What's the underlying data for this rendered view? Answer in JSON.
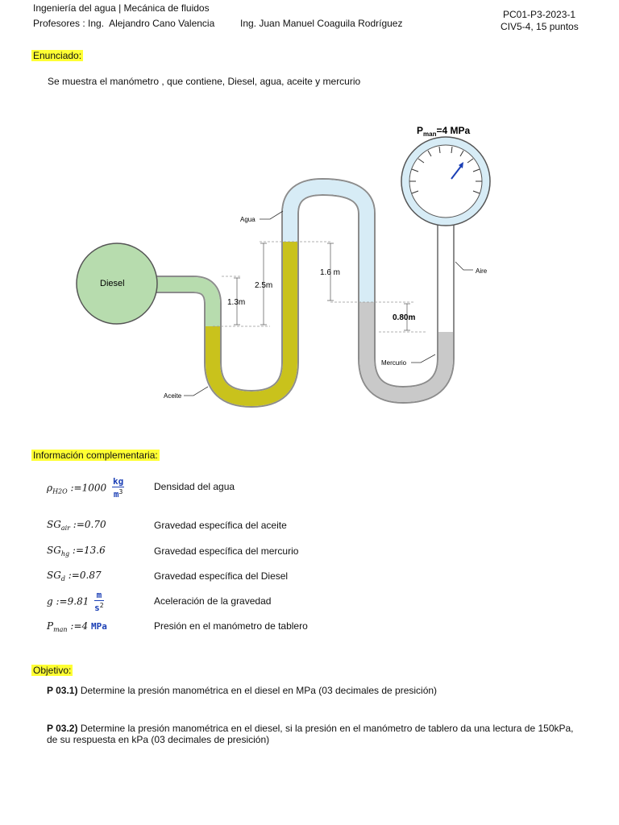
{
  "header": {
    "course": "Ingeniería del agua | Mecánica de fluidos",
    "professors_label": "Profesores : Ing.",
    "professor1": "Alejandro Cano Valencia",
    "professor2": "Ing. Juan Manuel Coaguila Rodríguez",
    "exam_code": "PC01-P3-2023-1",
    "section": "CIV5-4, 15 puntos"
  },
  "enunciado": {
    "heading": "Enunciado:",
    "text": "Se muestra el manómetro , que contiene, Diesel, agua, aceite y mercurio"
  },
  "diagram": {
    "gauge_label_p": "P",
    "gauge_label_sub": "man",
    "gauge_label_value": "=4 MPa",
    "labels": {
      "diesel": "Diesel",
      "agua": "Agua",
      "aceite": "Aceite",
      "mercurio": "Mercurio",
      "aire": "Aire"
    },
    "dimensions": {
      "d1": "1.3m",
      "d2": "2.5m",
      "d3": "1.6 m",
      "d4": "0.80m"
    },
    "colors": {
      "diesel": "#b7dcae",
      "aceite": "#c9c21c",
      "agua": "#d7ecf6",
      "mercurio": "#c9c9c9",
      "aire": "#ffffff"
    }
  },
  "info": {
    "heading": "Información complementaria:",
    "rows": [
      {
        "var": "ρ",
        "sub": "H2O",
        "op": ":=",
        "value": "1000",
        "unit_num": "kg",
        "unit_den": "m",
        "unit_den_sup": "3",
        "desc": "Densidad del agua"
      },
      {
        "var": "SG",
        "sub": "air",
        "op": ":=",
        "value": "0.70",
        "desc": "Gravedad específica del aceite"
      },
      {
        "var": "SG",
        "sub": "hg",
        "op": ":=",
        "value": "13.6",
        "desc": "Gravedad específica del mercurio"
      },
      {
        "var": "SG",
        "sub": "d",
        "op": ":=",
        "value": "0.87",
        "desc": "Gravedad específica del Diesel"
      },
      {
        "var": "g",
        "op": ":=",
        "value": "9.81",
        "unit_num": "m",
        "unit_den": "s",
        "unit_den_sup": "2",
        "desc": "Aceleración de la gravedad"
      },
      {
        "var": "P",
        "sub": "man",
        "op": ":=",
        "value": "4",
        "unit": "MPa",
        "desc": "Presión en el manómetro de tablero"
      }
    ]
  },
  "objetivo": {
    "heading": "Objetivo:",
    "q1_label": "P 03.1)",
    "q1_text": "Determine la presión manométrica en el diesel en MPa (03 decimales de presición)",
    "q2_label": "P 03.2)",
    "q2_text": "Determine la presión manométrica en el diesel, si la presión en el manómetro de tablero da una lectura de 150kPa,",
    "q2_text2": "de su respuesta en kPa (03 decimales de presición)"
  }
}
